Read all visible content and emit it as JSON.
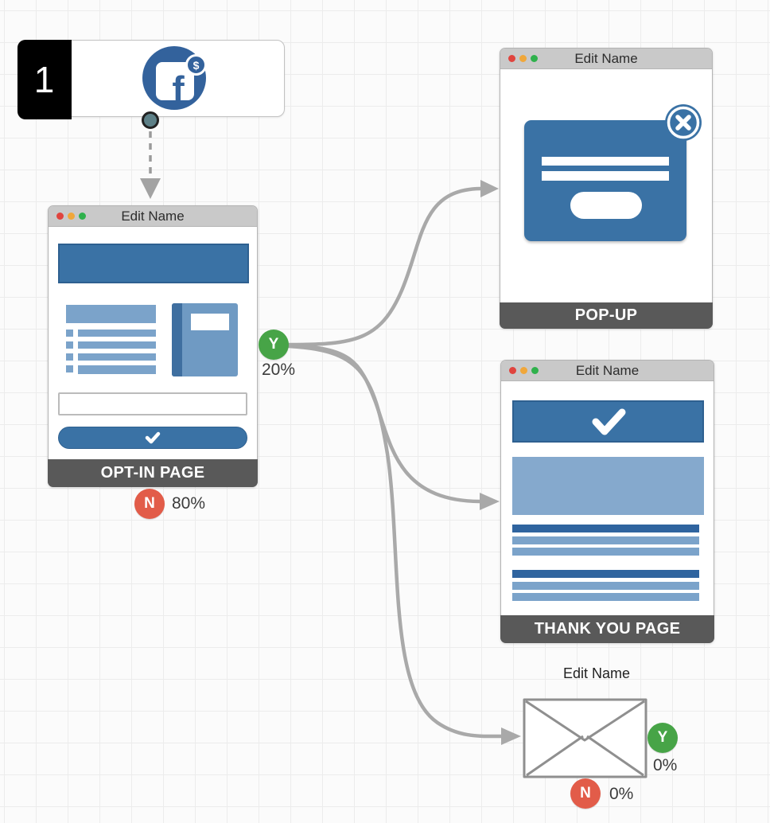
{
  "colors": {
    "steel_blue": "#3a72a5",
    "steel_blue_dark": "#2e6090",
    "light_blue": "#7ba3ca",
    "lighter_blue": "#85a9cd",
    "footer_gray": "#595959",
    "titlebar_gray": "#c9c9c9",
    "edge_gray": "#a9a9a9",
    "yes_green": "#47a447",
    "no_red": "#e25c49",
    "facebook_blue": "#33629c"
  },
  "source_node": {
    "step_number": "1",
    "icon": "facebook-ads-icon",
    "facebook_letter": "f",
    "dollar_symbol": "$"
  },
  "optin_window": {
    "title": "Edit Name",
    "footer": "OPT-IN PAGE"
  },
  "popup_window": {
    "title": "Edit Name",
    "footer": "POP-UP"
  },
  "thankyou_window": {
    "title": "Edit Name",
    "footer": "THANK YOU PAGE"
  },
  "email_node": {
    "title": "Edit Name"
  },
  "badges": {
    "optin_yes": {
      "label": "Y",
      "value": "20%"
    },
    "optin_no": {
      "label": "N",
      "value": "80%"
    },
    "email_yes": {
      "label": "Y",
      "value": "0%"
    },
    "email_no": {
      "label": "N",
      "value": "0%"
    }
  }
}
